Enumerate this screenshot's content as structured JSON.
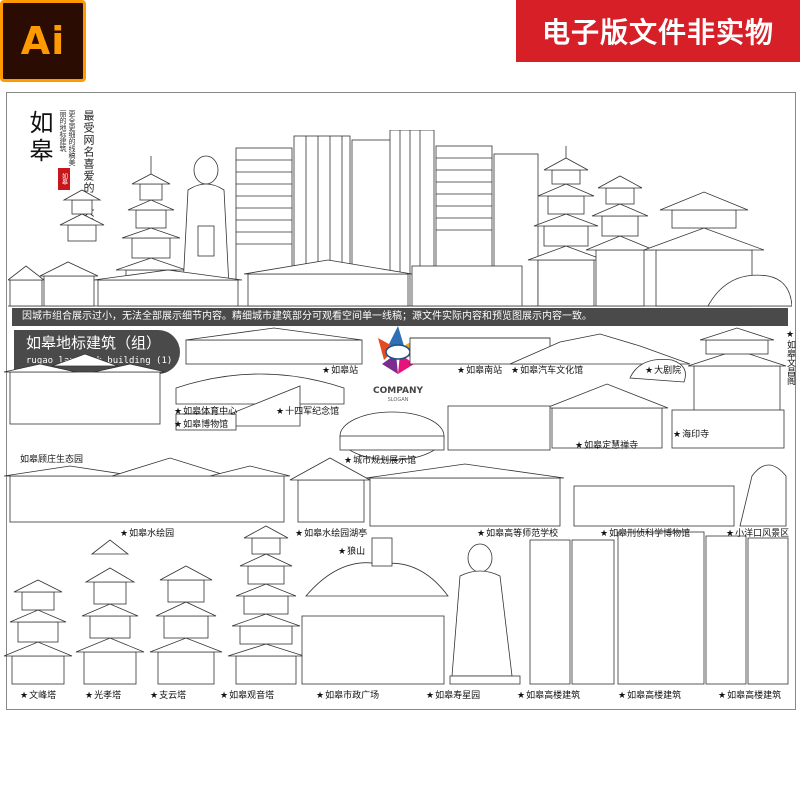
{
  "badge": {
    "ai_label": "Ai",
    "ai_colors": {
      "bg": "#2b0c02",
      "fg": "#ff9a00"
    }
  },
  "banner": {
    "text": "电子版文件非实物",
    "color": "#d61f27"
  },
  "hero": {
    "title": "如皋",
    "seal": "如皋",
    "small_text": "更全更细的线稿美丽的地标建筑",
    "slogan": "最受网名喜爱的十大城市"
  },
  "notice": "因城市组合展示过小，无法全部展示细节内容。精细城市建筑部分可观看空间单一线稿；源文件实际内容和预览图展示内容一致。",
  "section": {
    "title": "如皋地标建筑（组）",
    "subtitle": "rugao landmark building (1)"
  },
  "company": {
    "name": "COMPANY",
    "slogan": "SLOGAN"
  },
  "landmarks": [
    {
      "label": "如皋站"
    },
    {
      "label": "如皋南站"
    },
    {
      "label": "如皋汽车文化馆"
    },
    {
      "label": "大剧院"
    },
    {
      "label": "如皋文昌阁"
    },
    {
      "label": "如皋体育中心"
    },
    {
      "label": "十四军纪念馆"
    },
    {
      "label": "如皋博物馆"
    },
    {
      "label": "如皋顾庄生态园"
    },
    {
      "label": "城市规划展示馆"
    },
    {
      "label": "如皋定慧禅寺"
    },
    {
      "label": "海印寺"
    },
    {
      "label": "如皋水绘园"
    },
    {
      "label": "如皋水绘园湖亭"
    },
    {
      "label": "如皋高等师范学校"
    },
    {
      "label": "如皋刑侦科学博物馆"
    },
    {
      "label": "小洋口风景区"
    },
    {
      "label": "狼山"
    },
    {
      "label": "文峰塔"
    },
    {
      "label": "光孝塔"
    },
    {
      "label": "支云塔"
    },
    {
      "label": "如皋观音塔"
    },
    {
      "label": "如皋市政广场"
    },
    {
      "label": "如皋寿星园"
    },
    {
      "label": "如皋高楼建筑"
    },
    {
      "label": "如皋高楼建筑"
    },
    {
      "label": "如皋高楼建筑"
    }
  ],
  "icons": {
    "star": "star-icon",
    "logo": "company-logo-icon"
  }
}
